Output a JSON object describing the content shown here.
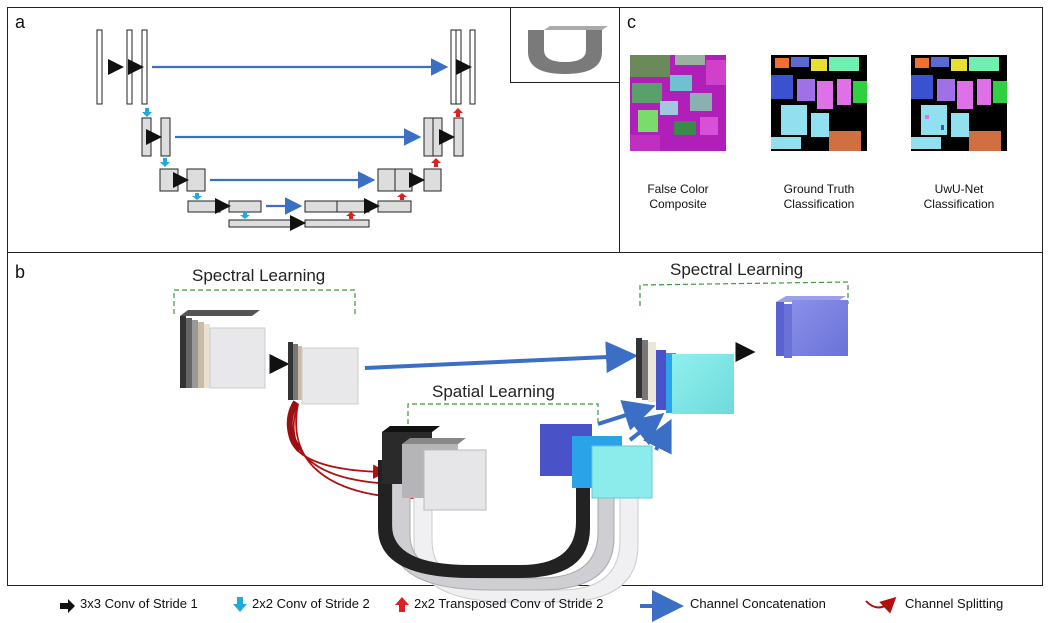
{
  "panel_a": {
    "label": "a"
  },
  "panel_b": {
    "label": "b",
    "spectral_left": "Spectral Learning",
    "spectral_right": "Spectral Learning",
    "spatial": "Spatial Learning"
  },
  "panel_c": {
    "label": "c",
    "captions": [
      {
        "line1": "False Color",
        "line2": "Composite"
      },
      {
        "line1": "Ground Truth",
        "line2": "Classification"
      },
      {
        "line1": "UwU-Net",
        "line2": "Classification"
      }
    ]
  },
  "legend": {
    "conv3": "3x3 Conv of Stride 1",
    "conv2": "2x2 Conv of Stride 2",
    "tconv": "2x2 Transposed Conv of Stride 2",
    "concat": "Channel Concatenation",
    "split": "Channel Splitting"
  },
  "colors": {
    "concat_blue": "#3b6fc6",
    "down_cyan": "#23a8e0",
    "up_red": "#e02020",
    "split_red": "#b01010"
  }
}
